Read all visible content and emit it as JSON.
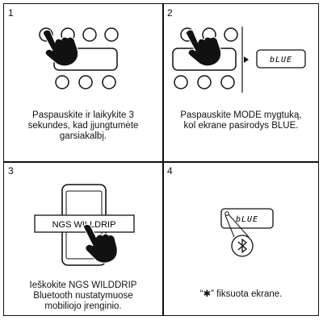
{
  "steps": [
    {
      "number": "1",
      "caption_lines": [
        "Paspauskite ir laikykite 3",
        "sekundes, kad įjungtumėte",
        "garsiakalbį."
      ],
      "icons": [
        "button-row-icon",
        "display-panel-icon",
        "hand-press-icon"
      ]
    },
    {
      "number": "2",
      "caption_lines": [
        "Paspauskite MODE mygtuką,",
        "kol ekrane pasirodys BLUE."
      ],
      "display_text": "bLUE",
      "icons": [
        "button-row-icon",
        "hand-press-icon",
        "arrow-right-icon",
        "lcd-display-icon"
      ]
    },
    {
      "number": "3",
      "caption_lines": [
        "Ieškokite NGS WILDDRIP",
        "Bluetooth nustatymuose",
        "mobiliojo įrenginio."
      ],
      "device_name": "NGS WILLDRIP",
      "icons": [
        "smartphone-icon",
        "hand-tap-icon"
      ]
    },
    {
      "number": "4",
      "caption": "“✱” fiksuota ekrane.",
      "display_text": "bLUE",
      "icons": [
        "lcd-display-icon",
        "bluetooth-icon"
      ]
    }
  ]
}
